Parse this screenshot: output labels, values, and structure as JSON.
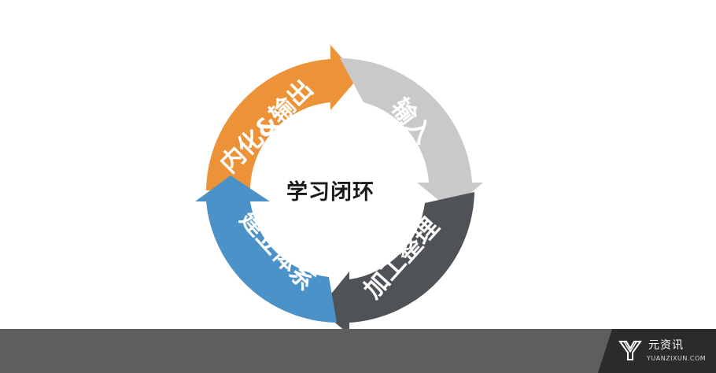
{
  "diagram": {
    "center": "学习闭环",
    "segments": [
      {
        "label": "内化&输出",
        "color": "#ec9238"
      },
      {
        "label": "输入",
        "color": "#c9c9c9"
      },
      {
        "label": "加工整理",
        "color": "#4f5257"
      },
      {
        "label": "建立体系",
        "color": "#4b92c9"
      }
    ]
  },
  "watermark": {
    "name": "元资讯",
    "domain": "YUANZIXUN.COM",
    "logo_icon": "yuanzixun-logo-icon"
  },
  "colors": {
    "bottom_bar": "#5e5e5e",
    "watermark_bg": "#2b2b2b"
  }
}
